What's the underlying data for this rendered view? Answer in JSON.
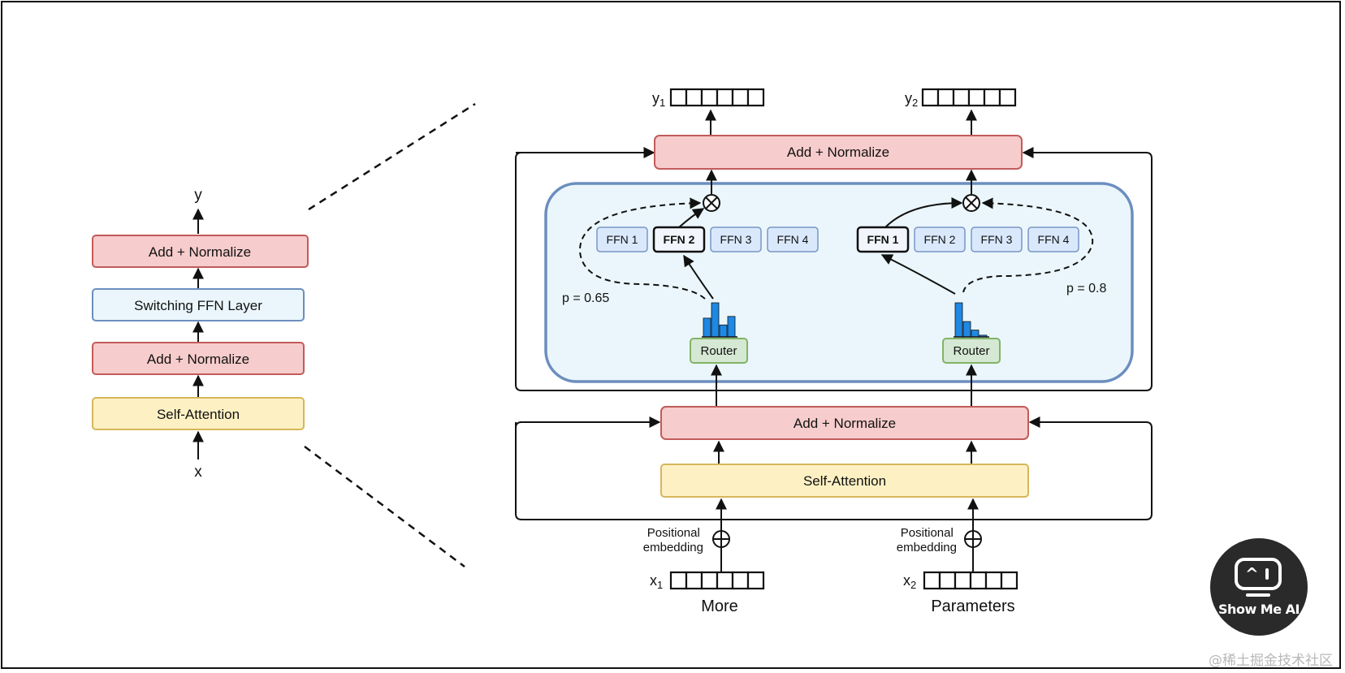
{
  "left_stack": {
    "output_label": "y",
    "input_label": "x",
    "add_norm_top": "Add + Normalize",
    "switching_ffn": "Switching FFN Layer",
    "add_norm_bottom": "Add + Normalize",
    "self_attention": "Self-Attention"
  },
  "right": {
    "add_norm_top": "Add + Normalize",
    "add_norm_bottom": "Add + Normalize",
    "self_attention": "Self-Attention",
    "output_1": {
      "base": "y",
      "sub": "1"
    },
    "output_2": {
      "base": "y",
      "sub": "2"
    },
    "input_1": {
      "base": "x",
      "sub": "1"
    },
    "input_2": {
      "base": "x",
      "sub": "2"
    },
    "pos_emb_1": [
      "Positional",
      "embedding"
    ],
    "pos_emb_2": [
      "Positional",
      "embedding"
    ],
    "token_1": "More",
    "token_2": "Parameters",
    "expert_block": {
      "left": {
        "experts": [
          "FFN 1",
          "FFN 2",
          "FFN 3",
          "FFN 4"
        ],
        "selected_index": 1,
        "prob_label": "p = 0.65",
        "router": "Router",
        "histogram": [
          0.55,
          1.0,
          0.35,
          0.6
        ]
      },
      "right": {
        "experts": [
          "FFN 1",
          "FFN 2",
          "FFN 3",
          "FFN 4"
        ],
        "selected_index": 0,
        "prob_label": "p = 0.8",
        "router": "Router",
        "histogram": [
          1.0,
          0.45,
          0.2,
          0.05
        ]
      }
    }
  },
  "badge": {
    "icon": "ai-monitor-icon",
    "text": "Show Me AI"
  },
  "watermark": "@稀土掘金技术社区",
  "colors": {
    "add_norm_fill": "#f7cccc",
    "add_norm_stroke": "#c25b5b",
    "attention_fill": "#fdf1c4",
    "attention_stroke": "#d7b65b",
    "switch_fill": "#eaf6fb",
    "switch_stroke": "#6c8ebf",
    "expert_area_fill": "#eaf6fb",
    "expert_area_stroke": "#6c8ebf",
    "ffn_fill": "#dae8fc",
    "ffn_stroke": "#7a96c5",
    "router_fill": "#d5e8d4",
    "router_stroke": "#82b366",
    "histogram": "#1e88e5"
  }
}
